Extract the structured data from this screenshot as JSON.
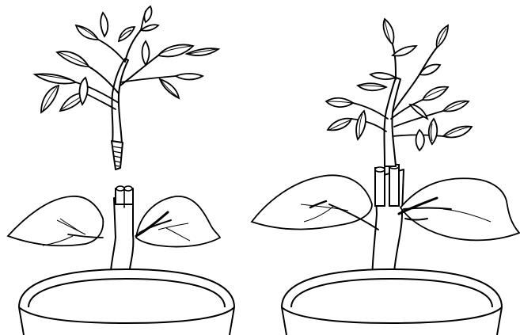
{
  "figure": {
    "panels": [
      {
        "id": "left",
        "stage": "scion-separated"
      },
      {
        "id": "right",
        "stage": "scion-joined"
      }
    ],
    "palette": {
      "ink": "#000000",
      "background": "#ffffff"
    }
  }
}
